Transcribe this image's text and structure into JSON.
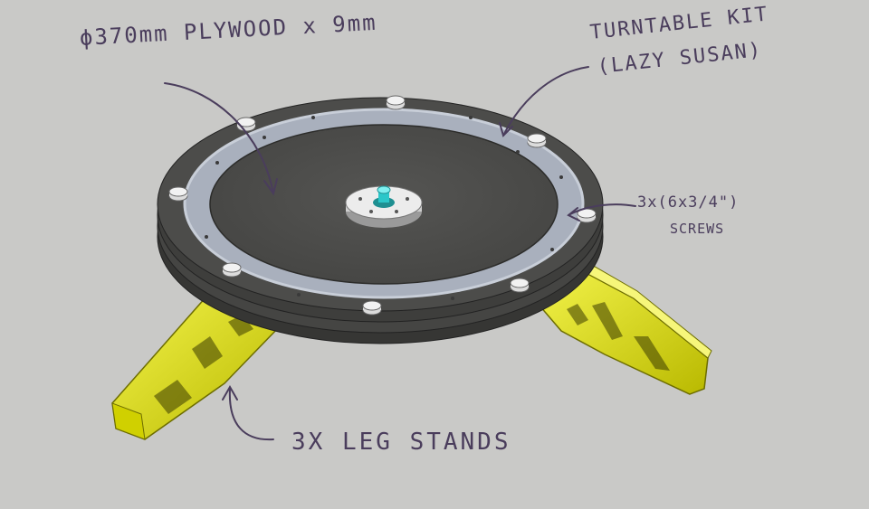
{
  "annotations": {
    "plywood": "ϕ370mm PLYWOOD x 9mm",
    "turntable_line1": "TURNTABLE KIT",
    "turntable_line2": "(LAZY SUSAN)",
    "screws_line1": "3x(6x3/4\")",
    "screws_line2": "SCREWS",
    "legs": "3X LEG STANDS"
  },
  "colors": {
    "background": "#c9c9c7",
    "plywood_top": "#4a4a48",
    "plywood_edge": "#3b3b39",
    "ring": "#a9b0bd",
    "hub": "#e6e6e6",
    "shaft": "#2bc7c9",
    "legs": "#e6e617",
    "ink": "#4a3d5c"
  }
}
